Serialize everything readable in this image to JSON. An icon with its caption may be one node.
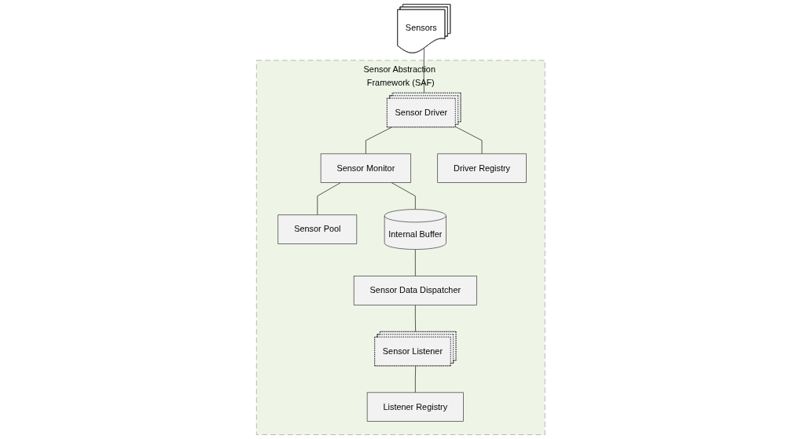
{
  "diagram": {
    "nodes": [
      {
        "text": [
          "Sensor Abstraction Framework (SAF)"
        ]
      },
      {
        "text": [
          "Sensors"
        ]
      },
      {
        "text": [
          "Sensor Driver"
        ],
        "in": 0
      },
      {
        "text": [
          "Sensor Monitor"
        ],
        "in": 0
      },
      {
        "text": [
          "Driver Registry"
        ],
        "in": 0
      },
      {
        "text": [
          "Sensor Pool"
        ],
        "in": 0
      },
      {
        "text": [
          "Internal Buffer"
        ],
        "in": 0
      },
      {
        "text": [
          "Listener Registry"
        ],
        "in": 0
      },
      {
        "text": [
          "Sensor Listener"
        ],
        "in": 0
      },
      {
        "text": [
          "Sensor Data Dispatcher"
        ],
        "in": 0
      }
    ],
    "edges": [
      {
        "from": 1,
        "to": 2,
        "arrow": "none"
      },
      {
        "from": 2,
        "to": 3,
        "arrow": "none"
      },
      {
        "from": 2,
        "to": 4,
        "arrow": "none"
      },
      {
        "from": 3,
        "to": 5,
        "arrow": "none"
      },
      {
        "from": 3,
        "to": 6,
        "arrow": "none"
      },
      {
        "from": 6,
        "to": 9,
        "arrow": "none"
      },
      {
        "from": 9,
        "to": 8,
        "arrow": "none"
      },
      {
        "from": 8,
        "to": 7,
        "arrow": "none"
      }
    ]
  }
}
